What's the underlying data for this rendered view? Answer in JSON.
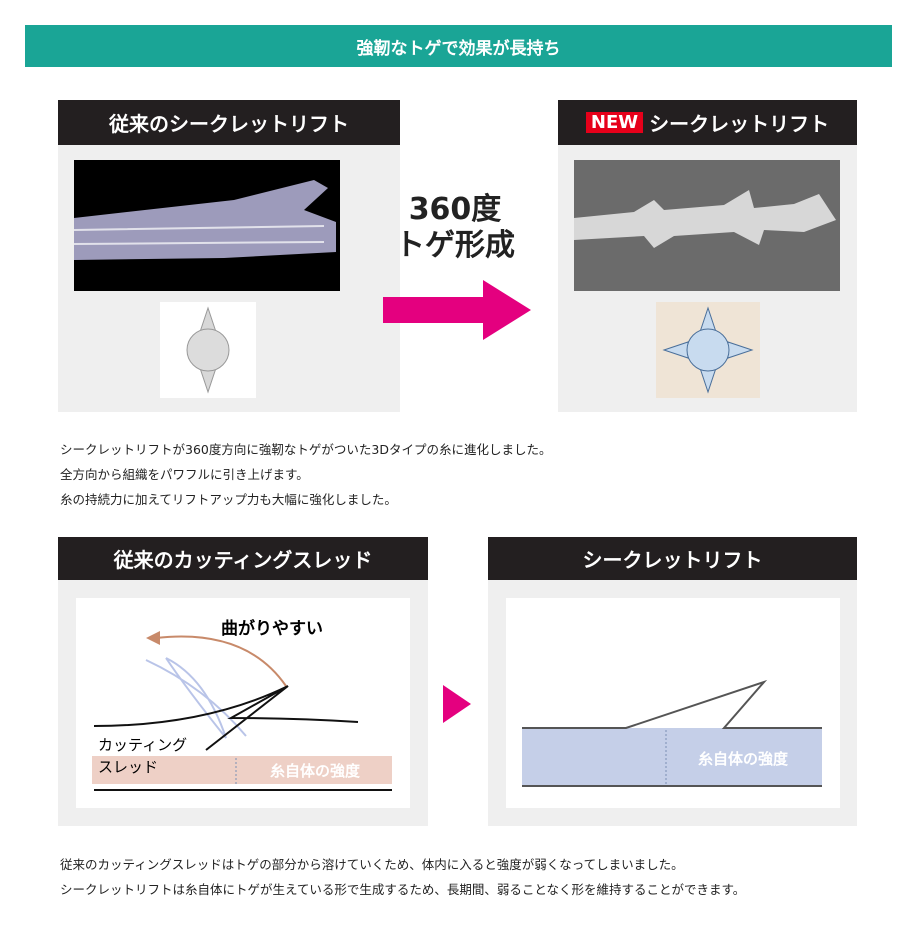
{
  "header": {
    "title": "強靭なトゲで効果が長持ち"
  },
  "top": {
    "left_title": "従来のシークレットリフト",
    "right_badge": "NEW",
    "right_title": "シークレットリフト",
    "middle_label_1": "360度",
    "middle_label_2": "トゲ形成",
    "arrow_color": "#e4007f"
  },
  "paragraph1": [
    "シークレットリフトが360度方向に強靭なトゲがついた3Dタイプの糸に進化しました。",
    "全方向から組織をパワフルに引き上げます。",
    "糸の持続力に加えてリフトアップ力も大幅に強化しました。"
  ],
  "bottom": {
    "left_title": "従来のカッティングスレッド",
    "right_title": "シークレットリフト",
    "left_bend_label": "曲がりやすい",
    "left_thread_label_1": "カッティング",
    "left_thread_label_2": "スレッド",
    "left_strength_label": "糸自体の強度",
    "right_strength_label": "糸自体の強度"
  },
  "paragraph2": [
    "従来のカッティングスレッドはトゲの部分から溶けていくため、体内に入ると強度が弱くなってしまいました。",
    "シークレットリフトは糸自体にトゲが生えている形で生成するため、長期間、弱ることなく形を維持することができます。"
  ]
}
